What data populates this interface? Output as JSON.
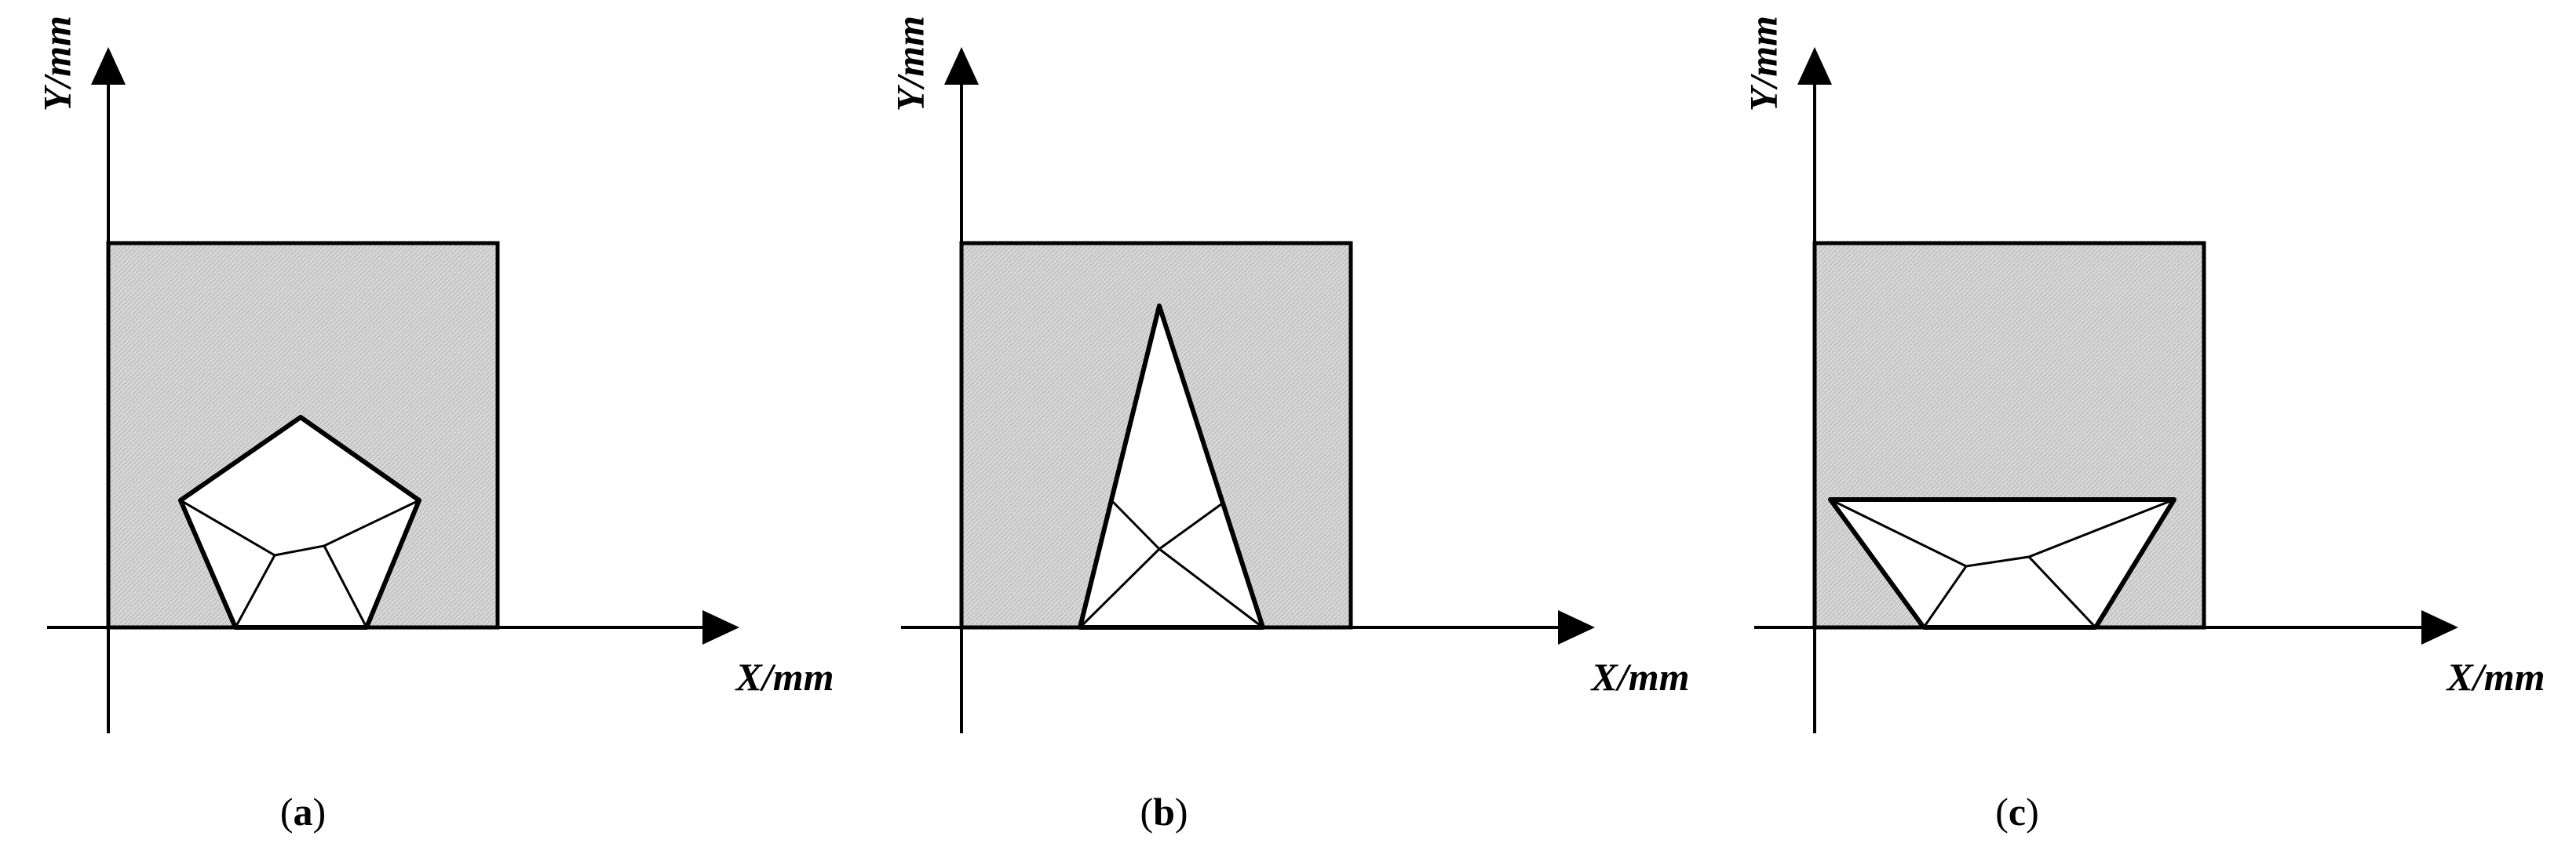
{
  "colors": {
    "stroke": "#000000",
    "shade": "#d3d3d3",
    "shape_fill": "#ffffff",
    "background": "#ffffff"
  },
  "axes": {
    "x_label": "X/mm",
    "y_label": "Y/mm"
  },
  "panels": [
    {
      "id": "a",
      "caption_open": "(",
      "caption_letter": "a",
      "caption_close": ")",
      "shape": "pentagon"
    },
    {
      "id": "b",
      "caption_open": "(",
      "caption_letter": "b",
      "caption_close": ")",
      "shape": "tall-triangle"
    },
    {
      "id": "c",
      "caption_open": "(",
      "caption_letter": "c",
      "caption_close": ")",
      "shape": "inverted-trapezoid"
    }
  ]
}
